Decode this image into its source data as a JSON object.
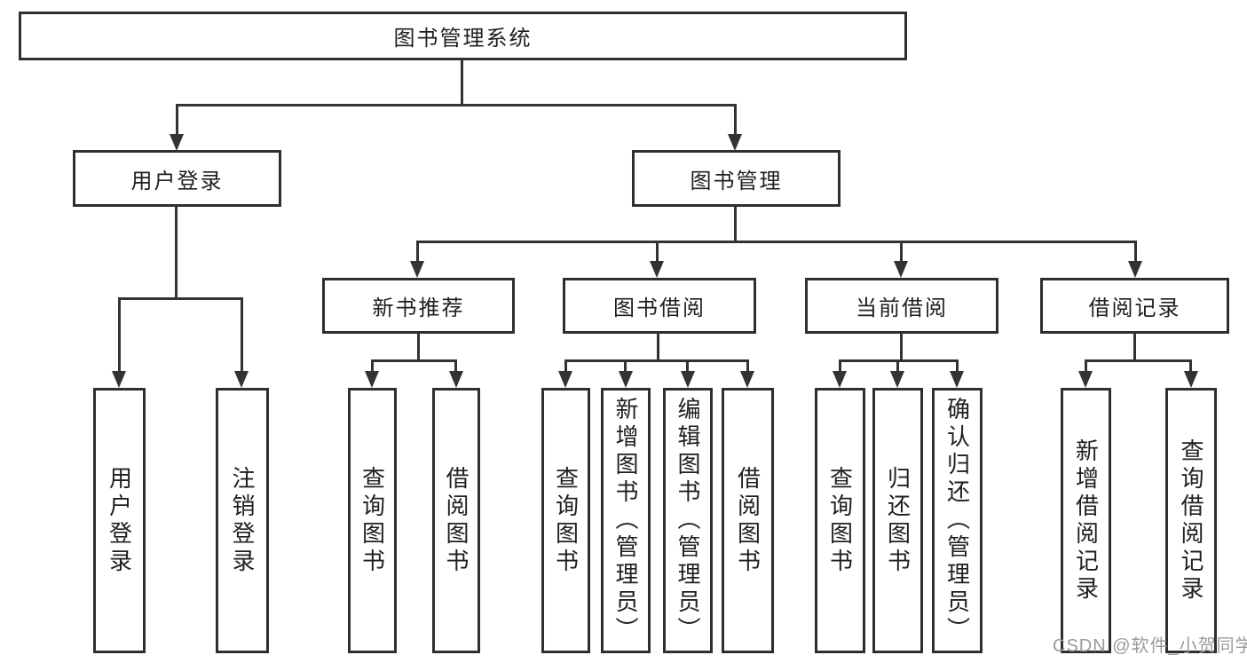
{
  "diagram": {
    "type": "hierarchy-tree",
    "watermark": "CSDN @软件_小贺同学",
    "colors": {
      "background": "#ffffff",
      "line": "#333333",
      "box_border": "#2f2f2f",
      "text": "#1f1f1f",
      "watermark": "#9b9b9b"
    },
    "nodes": {
      "root": {
        "label": "图书管理系统",
        "children": [
          "user_login",
          "book_mgmt"
        ]
      },
      "user_login": {
        "label": "用户登录",
        "children": [
          "leaf_user_login",
          "leaf_logout"
        ]
      },
      "book_mgmt": {
        "label": "图书管理",
        "children": [
          "new_book",
          "book_borrow",
          "current_borrow",
          "borrow_record"
        ]
      },
      "new_book": {
        "label": "新书推荐",
        "children": [
          "nb_query",
          "nb_borrow"
        ]
      },
      "book_borrow": {
        "label": "图书借阅",
        "children": [
          "bb_query",
          "bb_add",
          "bb_edit",
          "bb_borrow"
        ]
      },
      "current_borrow": {
        "label": "当前借阅",
        "children": [
          "cb_query",
          "cb_return",
          "cb_confirm"
        ]
      },
      "borrow_record": {
        "label": "借阅记录",
        "children": [
          "br_add",
          "br_query"
        ]
      },
      "leaf_user_login": {
        "label": "用户登录"
      },
      "leaf_logout": {
        "label": "注销登录"
      },
      "nb_query": {
        "label": "查询图书"
      },
      "nb_borrow": {
        "label": "借阅图书"
      },
      "bb_query": {
        "label": "查询图书"
      },
      "bb_add": {
        "label": "新增图书（管理员）"
      },
      "bb_edit": {
        "label": "编辑图书（管理员）"
      },
      "bb_borrow": {
        "label": "借阅图书"
      },
      "cb_query": {
        "label": "查询图书"
      },
      "cb_return": {
        "label": "归还图书"
      },
      "cb_confirm": {
        "label": "确认归还（管理员）"
      },
      "br_add": {
        "label": "新增借阅记录"
      },
      "br_query": {
        "label": "查询借阅记录"
      }
    }
  }
}
